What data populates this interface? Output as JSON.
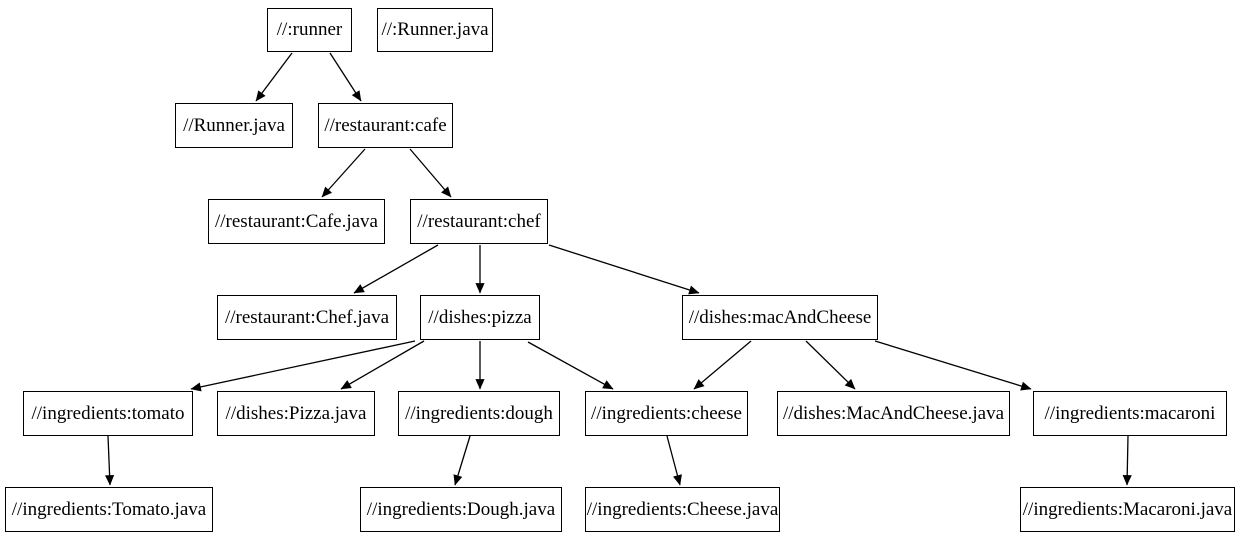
{
  "diagram": {
    "type": "build-dependency-graph",
    "background_color": "#ffffff",
    "node_fill_color": "#ffffff",
    "node_border_color": "#000000",
    "edge_color": "#000000",
    "nodes": [
      {
        "id": "runner",
        "label": "//:runner"
      },
      {
        "id": "runner-java-source",
        "label": "//:Runner.java"
      },
      {
        "id": "runner-java",
        "label": "//Runner.java"
      },
      {
        "id": "cafe",
        "label": "//restaurant:cafe"
      },
      {
        "id": "cafe-java",
        "label": "//restaurant:Cafe.java"
      },
      {
        "id": "chef",
        "label": "//restaurant:chef"
      },
      {
        "id": "chef-java",
        "label": "//restaurant:Chef.java"
      },
      {
        "id": "pizza",
        "label": "//dishes:pizza"
      },
      {
        "id": "mac-and-cheese",
        "label": "//dishes:macAndCheese"
      },
      {
        "id": "tomato",
        "label": "//ingredients:tomato"
      },
      {
        "id": "pizza-java",
        "label": "//dishes:Pizza.java"
      },
      {
        "id": "dough",
        "label": "//ingredients:dough"
      },
      {
        "id": "cheese",
        "label": "//ingredients:cheese"
      },
      {
        "id": "mac-and-cheese-java",
        "label": "//dishes:MacAndCheese.java"
      },
      {
        "id": "macaroni",
        "label": "//ingredients:macaroni"
      },
      {
        "id": "tomato-java",
        "label": "//ingredients:Tomato.java"
      },
      {
        "id": "dough-java",
        "label": "//ingredients:Dough.java"
      },
      {
        "id": "cheese-java",
        "label": "//ingredients:Cheese.java"
      },
      {
        "id": "macaroni-java",
        "label": "//ingredients:Macaroni.java"
      }
    ],
    "edges": [
      {
        "from": "runner",
        "to": "runner-java"
      },
      {
        "from": "runner",
        "to": "cafe"
      },
      {
        "from": "cafe",
        "to": "cafe-java"
      },
      {
        "from": "cafe",
        "to": "chef"
      },
      {
        "from": "chef",
        "to": "chef-java"
      },
      {
        "from": "chef",
        "to": "pizza"
      },
      {
        "from": "chef",
        "to": "mac-and-cheese"
      },
      {
        "from": "pizza",
        "to": "tomato"
      },
      {
        "from": "pizza",
        "to": "pizza-java"
      },
      {
        "from": "pizza",
        "to": "dough"
      },
      {
        "from": "pizza",
        "to": "cheese"
      },
      {
        "from": "mac-and-cheese",
        "to": "cheese"
      },
      {
        "from": "mac-and-cheese",
        "to": "mac-and-cheese-java"
      },
      {
        "from": "mac-and-cheese",
        "to": "macaroni"
      },
      {
        "from": "tomato",
        "to": "tomato-java"
      },
      {
        "from": "dough",
        "to": "dough-java"
      },
      {
        "from": "cheese",
        "to": "cheese-java"
      },
      {
        "from": "macaroni",
        "to": "macaroni-java"
      }
    ]
  }
}
